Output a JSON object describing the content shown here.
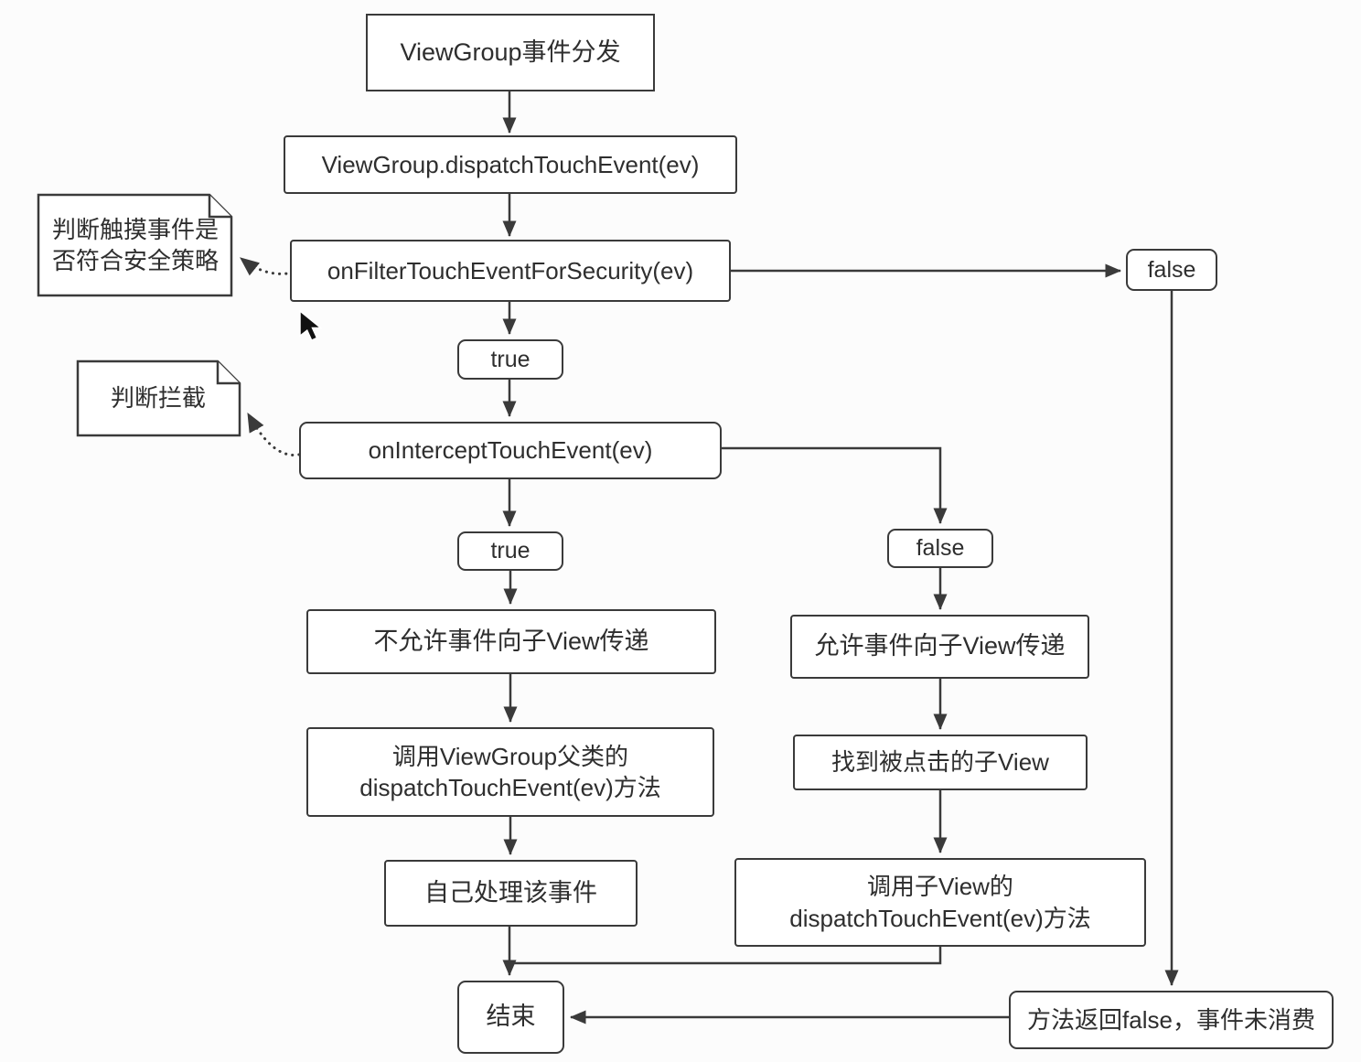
{
  "diagram": {
    "nodes": {
      "start": "ViewGroup事件分发",
      "dispatch": "ViewGroup.dispatchTouchEvent(ev)",
      "filter": "onFilterTouchEventForSecurity(ev)",
      "filter_false": "false",
      "filter_true": "true",
      "intercept": "onInterceptTouchEvent(ev)",
      "intercept_true": "true",
      "intercept_false": "false",
      "block_pass": "不允许事件向子View传递",
      "allow_pass": "允许事件向子View传递",
      "call_super": "调用ViewGroup父类的\ndispatchTouchEvent(ev)方法",
      "handle_self": "自己处理该事件",
      "find_child": "找到被点击的子View",
      "call_child": "调用子View的\ndispatchTouchEvent(ev)方法",
      "end": "结束",
      "return_false": "方法返回false，事件未消费"
    },
    "notes": {
      "security": "判断触摸事件是\n否符合安全策略",
      "intercept": "判断拦截"
    },
    "colors": {
      "line": "#3a3a3a",
      "box_border": "#3a3a3a",
      "box_fill": "#ffffff",
      "background": "#fcfcfc",
      "text": "#2e2e2e"
    }
  }
}
